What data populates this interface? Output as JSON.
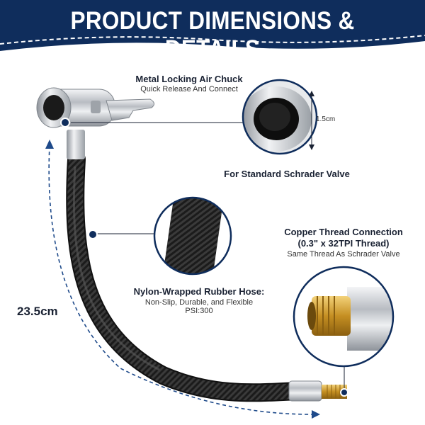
{
  "header": {
    "title": "PRODUCT DIMENSIONS & DETAILS",
    "background_color": "#0f2d5c"
  },
  "callouts": {
    "chuck": {
      "title": "Metal Locking Air Chuck",
      "subtitle": "Quick Release And Connect"
    },
    "valve": {
      "measure": "1.5cm",
      "caption": "For Standard Schrader Valve"
    },
    "thread": {
      "title_line1": "Copper Thread Connection",
      "title_line2": "(0.3\" x 32TPI Thread)",
      "subtitle": "Same Thread As Schrader Valve"
    },
    "hose": {
      "title": "Nylon-Wrapped Rubber Hose:",
      "line1": "Non-Slip, Durable, and Flexible",
      "line2": "PSI:300"
    }
  },
  "length_label": "23.5cm",
  "colors": {
    "navy": "#0f2d5c",
    "hose": "#1c1c1c",
    "chrome": "#c9ccd0",
    "brass": "#d4a437"
  }
}
